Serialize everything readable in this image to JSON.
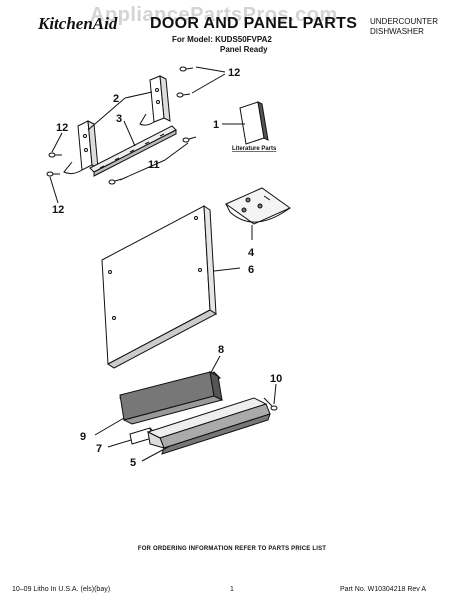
{
  "watermark": "AppliancePartsPros.com",
  "header": {
    "brand": "KitchenAid",
    "title": "DOOR AND PANEL PARTS",
    "model_line": "For Model: KUDS50FVPA2",
    "model_variant": "Panel Ready",
    "product_line1": "UNDERCOUNTER",
    "product_line2": "DISHWASHER"
  },
  "diagram": {
    "literature_label": "Literature Parts",
    "callouts": {
      "c12a": "12",
      "c2": "2",
      "c12b": "12",
      "c3": "3",
      "c11": "11",
      "c12c": "12",
      "c1": "1",
      "c4": "4",
      "c6": "6",
      "c8": "8",
      "c10": "10",
      "c9": "9",
      "c7": "7",
      "c5": "5"
    }
  },
  "footer": {
    "ordering_note": "FOR ORDERING INFORMATION REFER TO PARTS PRICE LIST",
    "left": "10–09 Litho In U.S.A. (els)(bay)",
    "page": "1",
    "part_no": "Part No. W10304218 Rev A"
  },
  "colors": {
    "ink": "#111111",
    "watermark": "#a0a0a0",
    "shade": "#555555"
  }
}
